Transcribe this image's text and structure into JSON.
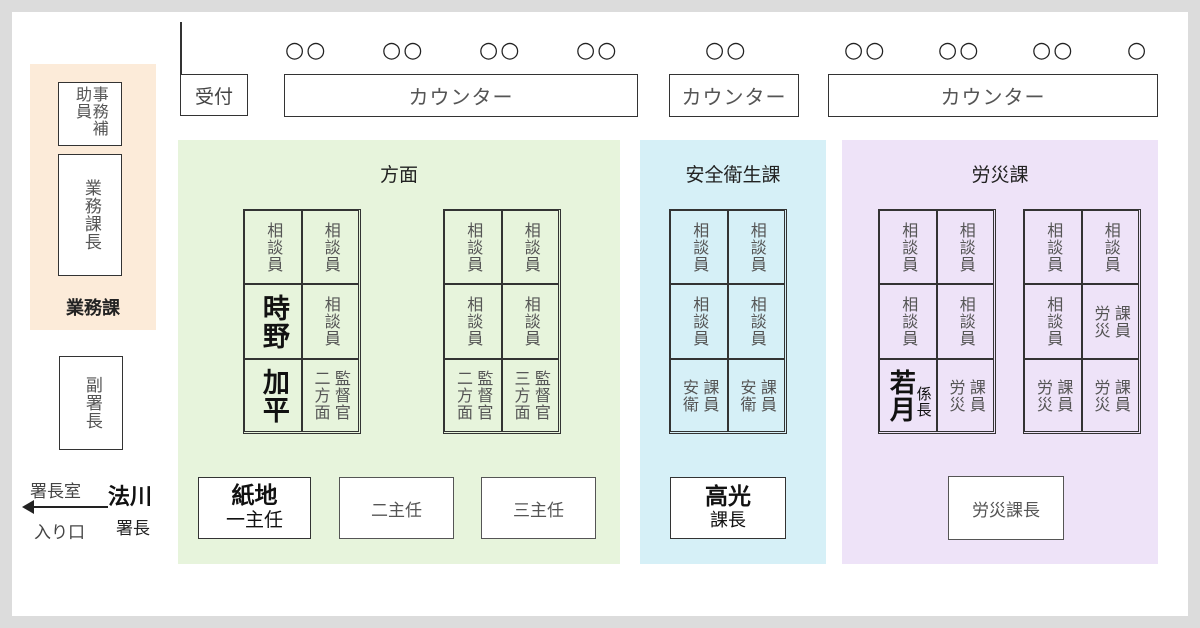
{
  "front": {
    "reception": "受付",
    "counters": [
      "カウンター",
      "カウンター",
      "カウンター"
    ],
    "chairs": [
      "○○",
      "○○",
      "○○",
      "○○",
      "○○",
      "○○",
      "○○",
      "○○",
      "○"
    ]
  },
  "gyomu": {
    "title": "業務課",
    "assistant": "事務補助員",
    "chief": "業務課長",
    "colors": {
      "zone": "#fcebd9"
    }
  },
  "deputy": "副署長",
  "director": {
    "name": "法川",
    "role": "署長"
  },
  "exit": {
    "top": "署長室",
    "bottom": "入り口"
  },
  "homen": {
    "title": "方面",
    "colors": {
      "zone": "#e7f4dc"
    },
    "cluster1": {
      "c1": "相談員",
      "c2": "相談員",
      "c3": "時野",
      "c4": "相談員",
      "c5": "加平",
      "c6a": "監督官",
      "c6b": "二方面"
    },
    "cluster2": {
      "c1": "相談員",
      "c2": "相談員",
      "c3": "相談員",
      "c4": "相談員",
      "c5a": "監督官",
      "c5b": "二方面",
      "c6a": "監督官",
      "c6b": "三方面"
    },
    "lead": {
      "name": "紙地",
      "role": "一主任"
    },
    "second": "二主任",
    "third": "三主任"
  },
  "anzen": {
    "title": "安全衛生課",
    "colors": {
      "zone": "#d6f0f7"
    },
    "c1": "相談員",
    "c2": "相談員",
    "c3": "相談員",
    "c4": "相談員",
    "c5a": "課員",
    "c5b": "安衛",
    "c6a": "課員",
    "c6b": "安衛",
    "chief": {
      "name": "高光",
      "role": "課長"
    }
  },
  "rosai": {
    "title": "労災課",
    "colors": {
      "zone": "#eee3f8"
    },
    "cluster1": {
      "c1": "相談員",
      "c2": "相談員",
      "c3": "相談員",
      "c4": "相談員",
      "c5role": "係長",
      "c5name": "若月",
      "c6a": "課員",
      "c6b": "労災"
    },
    "cluster2": {
      "c1": "相談員",
      "c2": "相談員",
      "c3": "相談員",
      "c4a": "課員",
      "c4b": "労災",
      "c5a": "課員",
      "c5b": "労災",
      "c6a": "課員",
      "c6b": "労災"
    },
    "chief": "労災課長"
  }
}
